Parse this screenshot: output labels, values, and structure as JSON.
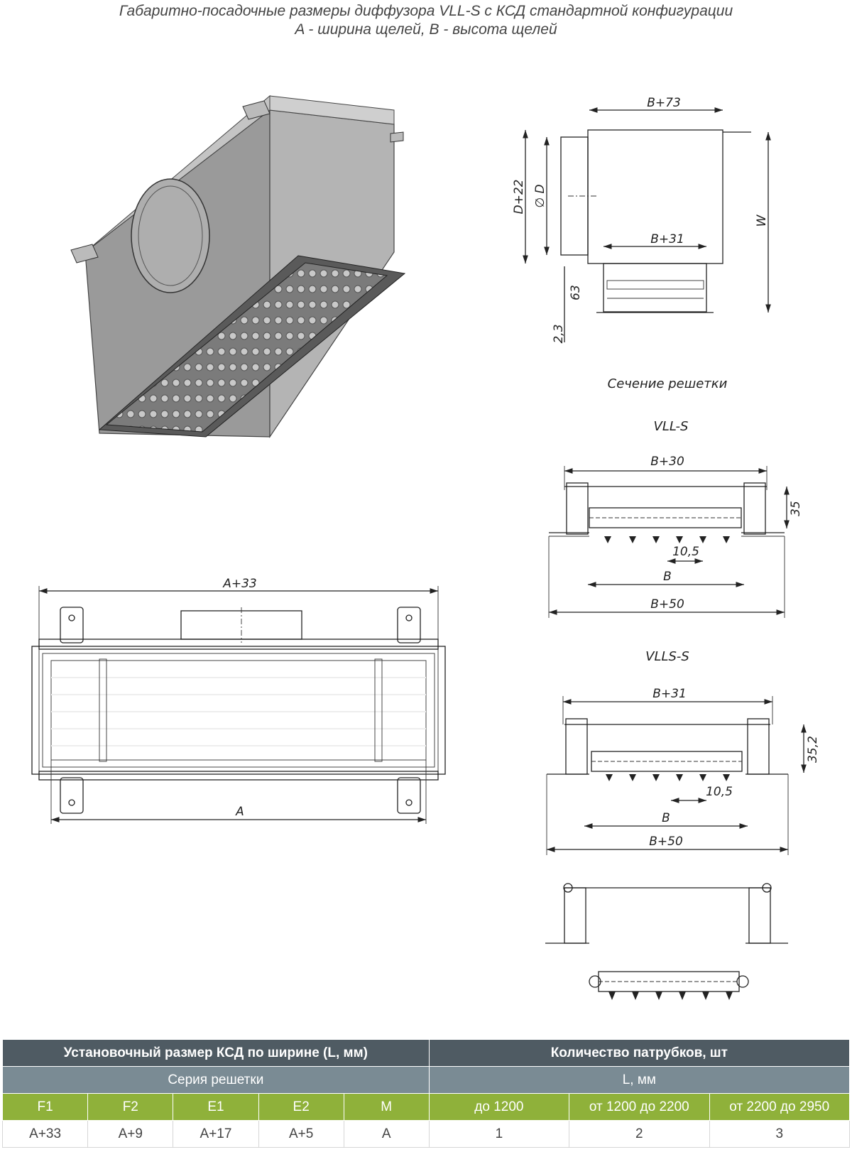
{
  "title": {
    "line1": "Габаритно-посадочные размеры диффузора VLL-S с КСД стандартной конфигурации",
    "line2": "A - ширина щелей, B - высота щелей"
  },
  "labels": {
    "side_b73": "B+73",
    "side_d22": "D+22",
    "side_d": "∅ D",
    "side_w": "W",
    "side_b31": "B+31",
    "side_63": "63",
    "side_23": "2,3",
    "section_caption": "Сечение решетки",
    "vlls_name": "VLL-S",
    "vlls_b30": "B+30",
    "vlls_35": "35",
    "vlls_105": "10,5",
    "vlls_b": "B",
    "vlls_b50": "B+50",
    "front_a33": "A+33",
    "front_a": "A",
    "vllss_name": "VLLS-S",
    "vllss_b31": "B+31",
    "vllss_352": "35,2",
    "vllss_105": "10,5",
    "vllss_b": "B",
    "vllss_b50": "B+50"
  },
  "colors": {
    "header_dark": "#4f5b63",
    "header_mid": "#7a8b94",
    "header_green": "#8fb13a"
  },
  "table": {
    "header_left": "Установочный размер КСД по ширине (L, мм)",
    "header_right": "Количество патрубков, шт",
    "sub_left": "Серия решетки",
    "sub_right": "L, мм",
    "col_f1": "F1",
    "col_f2": "F2",
    "col_e1": "E1",
    "col_e2": "E2",
    "col_m": "M",
    "col_l1": "до 1200",
    "col_l2": "от 1200 до 2200",
    "col_l3": "от 2200 до 2950",
    "val_f1": "A+33",
    "val_f2": "A+9",
    "val_e1": "A+17",
    "val_e2": "A+5",
    "val_m": "A",
    "val_l1": "1",
    "val_l2": "2",
    "val_l3": "3"
  }
}
